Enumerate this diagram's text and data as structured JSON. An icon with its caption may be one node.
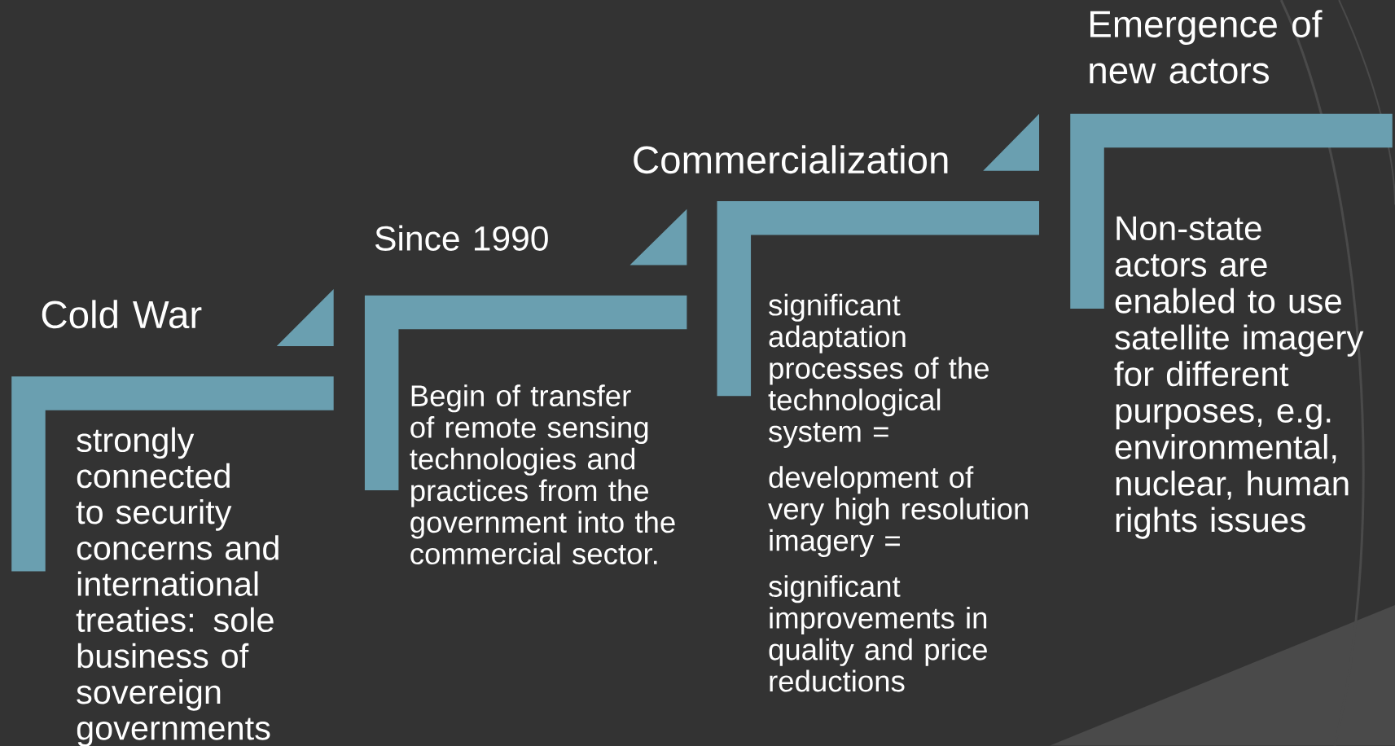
{
  "diagram": {
    "nodes": [
      {
        "text": [
          "Cold War",
          "strongly connected to security concerns and international treaties: sole business of sovereign governments"
        ]
      },
      {
        "text": [
          "Since 1990",
          "Begin of  transfer of remote sensing technologies and practices from the government into the commercial sector."
        ]
      },
      {
        "text": [
          "Commercialization",
          "significant adaptation processes of the technological system =",
          "development of very high resolution imagery =",
          "significant improvements in quality and price reductions"
        ]
      },
      {
        "text": [
          "Emergence of new actors",
          "Non-state actors are enabled to use satellite imagery for different purposes, e.g. environmental, nuclear, human rights issues"
        ]
      }
    ]
  }
}
